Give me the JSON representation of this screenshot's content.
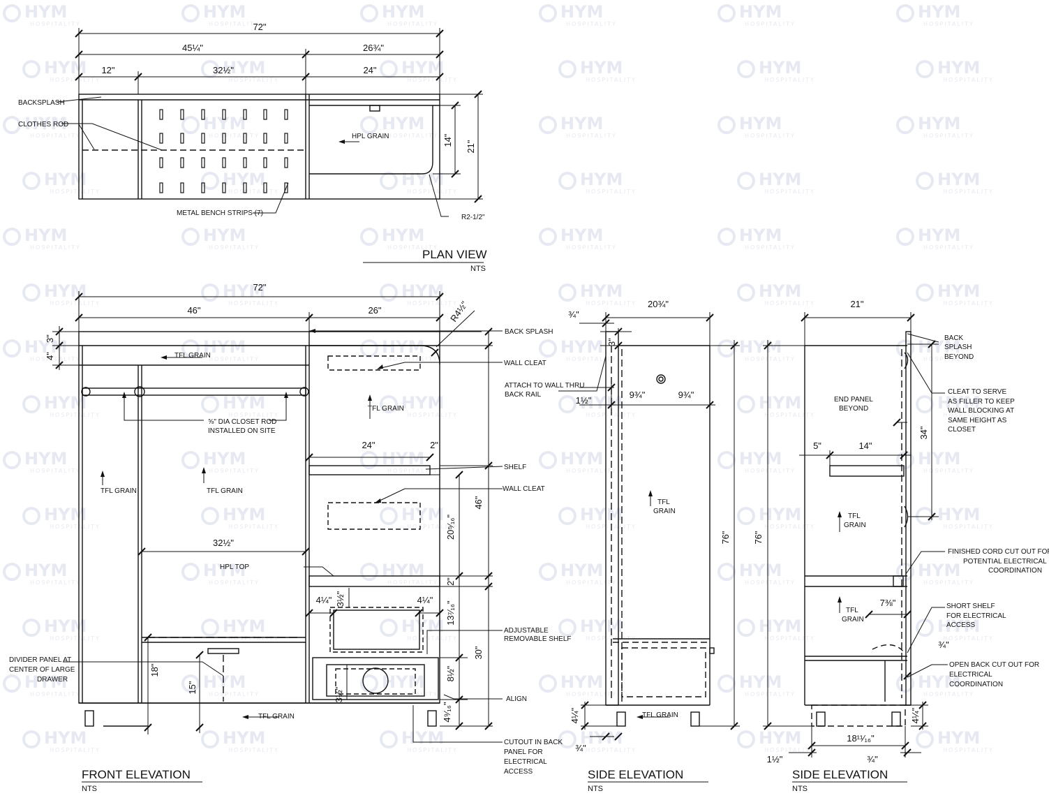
{
  "watermark": {
    "brand": "HYM",
    "tagline": "HOSPITALITY"
  },
  "plan_view": {
    "title": "PLAN VIEW",
    "scale": "NTS",
    "dims": {
      "overall": "72\"",
      "left": "45¼\"",
      "right": "26¾\"",
      "sec_a": "12\"",
      "sec_b": "32½\"",
      "sec_c": "24\"",
      "depth_inner": "14\"",
      "depth": "21\""
    },
    "labels": {
      "backsplash": "BACKSPLASH",
      "clothes_rod": "CLOTHES ROD",
      "hpl_grain": "HPL GRAIN",
      "bench_strips": "METAL BENCH STRIPS (7)",
      "radius": "R2-1/2\""
    }
  },
  "front_elevation": {
    "title": "FRONT ELEVATION",
    "scale": "NTS",
    "dims": {
      "overall": "72\"",
      "left": "46\"",
      "right": "26\"",
      "radius": "R4½\"",
      "top_3": "3\"",
      "top_4": "4\"",
      "shelf_24": "24\"",
      "shelf_2": "2\"",
      "mid_46": "46\"",
      "mid_32": "32½\"",
      "mid_20": "20⁵⁄₁₆\"",
      "small_2": "2\"",
      "d_13": "13⁷⁄₁₆\"",
      "d_30": "30\"",
      "d_8": "8½\"",
      "d_4": "4⁹⁄₁₆\"",
      "w_4a": "4¼\"",
      "w_3a": "3½\"",
      "w_4b": "4¼\"",
      "w_3b": "3½\"",
      "h_18": "18\"",
      "h_15": "15\""
    },
    "labels": {
      "back_splash": "BACK SPLASH",
      "wall_cleat_1": "WALL CLEAT",
      "tfl_grain_top": "TFL GRAIN",
      "tfl_grain_right": "TFL GRAIN",
      "closet_rod": "⅝\" DIA CLOSET ROD",
      "installed": "INSTALLED ON SITE",
      "tfl_left": "TFL GRAIN",
      "tfl_mid": "TFL GRAIN",
      "shelf": "SHELF",
      "wall_cleat_2": "WALL CLEAT",
      "hpl_top": "HPL TOP",
      "adjustable": "ADJUSTABLE",
      "removable": "REMOVABLE SHELF",
      "divider_1": "DIVIDER PANEL AT",
      "divider_2": "CENTER OF LARGE",
      "divider_3": "DRAWER",
      "align": "ALIGN",
      "tfl_bottom": "TFL GRAIN",
      "cutout_1": "CUTOUT IN BACK",
      "cutout_2": "PANEL FOR",
      "cutout_3": "ELECTRICAL",
      "cutout_4": "ACCESS"
    }
  },
  "side_elevation_1": {
    "title": "SIDE ELEVATION",
    "scale": "NTS",
    "dims": {
      "width": "20¾\"",
      "frac": "¾\"",
      "top_3": "3\"",
      "d_1": "1½\"",
      "d_9a": "9¾\"",
      "d_9b": "9¾\"",
      "height": "76\"",
      "h_4": "4¼\"",
      "b_frac": "¾\""
    },
    "labels": {
      "attach_1": "ATTACH TO WALL THRU",
      "attach_2": "BACK RAIL",
      "tfl_1": "TFL",
      "tfl_2": "GRAIN",
      "tfl_bottom": "TFL GRAIN"
    }
  },
  "side_elevation_2": {
    "title": "SIDE ELEVATION",
    "scale": "NTS",
    "dims": {
      "width": "21\"",
      "d_5": "5\"",
      "d_14": "14\"",
      "d_34": "34\"",
      "height": "76\"",
      "d_7": "7⅜\"",
      "d_frac": "¾\"",
      "h_4": "4¼\"",
      "b_18": "18¹¹⁄₁₆\"",
      "b_1": "1½\"",
      "b_frac": "¾\""
    },
    "labels": {
      "back_1": "BACK",
      "back_2": "SPLASH",
      "back_3": "BEYOND",
      "cleat_1": "CLEAT TO SERVE",
      "cleat_2": "AS FILLER TO KEEP",
      "cleat_3": "WALL BLOCKING AT",
      "cleat_4": "SAME HEIGHT AS",
      "cleat_5": "CLOSET",
      "end_1": "END PANEL",
      "end_2": "BEYOND",
      "tfl_1": "TFL",
      "tfl_2": "GRAIN",
      "tfl_3": "TFL",
      "tfl_4": "GRAIN",
      "cord_1": "FINISHED CORD CUT OUT FOR",
      "cord_2": "POTENTIAL ELECTRICAL",
      "cord_3": "COORDINATION",
      "short_1": "SHORT SHELF",
      "short_2": "FOR ELECTRICAL",
      "short_3": "ACCESS",
      "open_1": "OPEN BACK CUT OUT FOR",
      "open_2": "ELECTRICAL",
      "open_3": "COORDINATION"
    }
  }
}
